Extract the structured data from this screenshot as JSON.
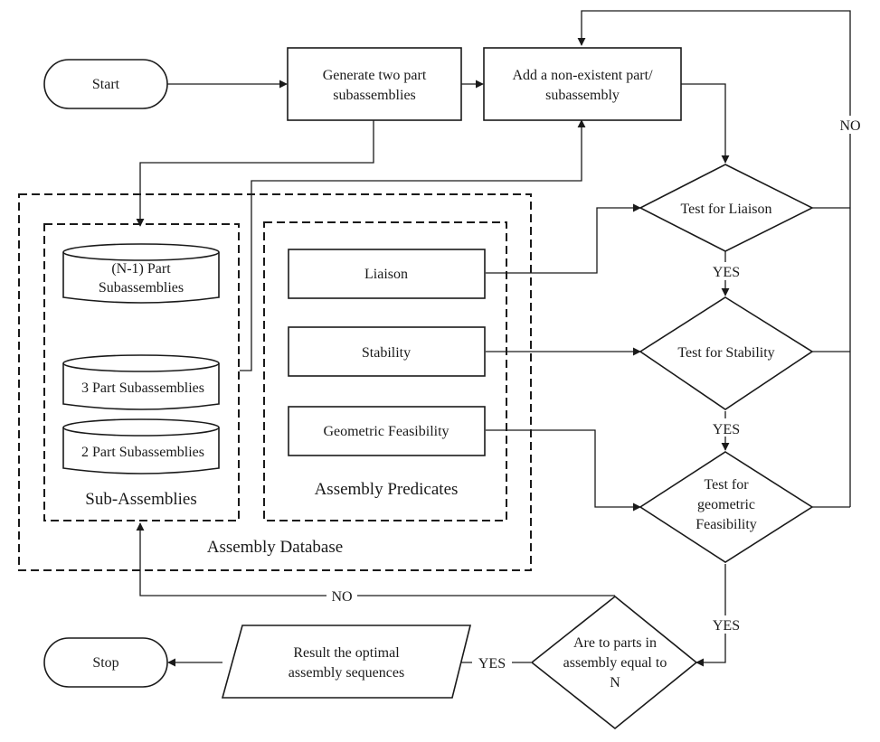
{
  "nodes": {
    "start": "Start",
    "generate": [
      "Generate two part",
      "subassemblies"
    ],
    "add_part": [
      "Add a non-existent part/",
      "subassembly"
    ],
    "test_liaison": "Test for Liaison",
    "test_stability": "Test for Stability",
    "test_geometric": [
      "Test for",
      "geometric",
      "Feasibility"
    ],
    "equal_n": [
      "Are to parts in",
      "assembly equal to",
      "N"
    ],
    "result": [
      "Result the optimal",
      "assembly sequences"
    ],
    "stop": "Stop",
    "db_n1": [
      "(N-1) Part",
      "Subassemblies"
    ],
    "db_3": "3 Part Subassemblies",
    "db_2": "2 Part Subassemblies",
    "pred_liaison": "Liaison",
    "pred_stability": "Stability",
    "pred_geometric": "Geometric Feasibility"
  },
  "groups": {
    "sub_assemblies": "Sub-Assemblies",
    "assembly_predicates": "Assembly Predicates",
    "assembly_database": "Assembly Database"
  },
  "labels": {
    "yes": "YES",
    "no": "NO"
  }
}
